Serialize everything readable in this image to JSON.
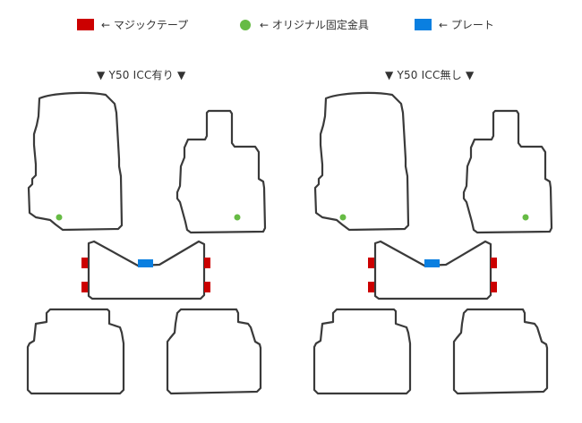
{
  "legend": [
    {
      "label": "← マジックテープ",
      "color": "#cc0000",
      "shape": "rect"
    },
    {
      "label": "← オリジナル固定金具",
      "color": "#66bb44",
      "shape": "dot"
    },
    {
      "label": "← プレート",
      "color": "#0a7fe0",
      "shape": "rect"
    }
  ],
  "sections": [
    {
      "title": "▼ Y50 ICC有り ▼",
      "has_magic_tape": true
    },
    {
      "title": "▼ Y50 ICC無し ▼",
      "has_magic_tape": true
    }
  ],
  "colors": {
    "outline": "#3a3a3a",
    "tape": "#cc0000",
    "fixture": "#66bb44",
    "plate": "#0a7fe0"
  }
}
